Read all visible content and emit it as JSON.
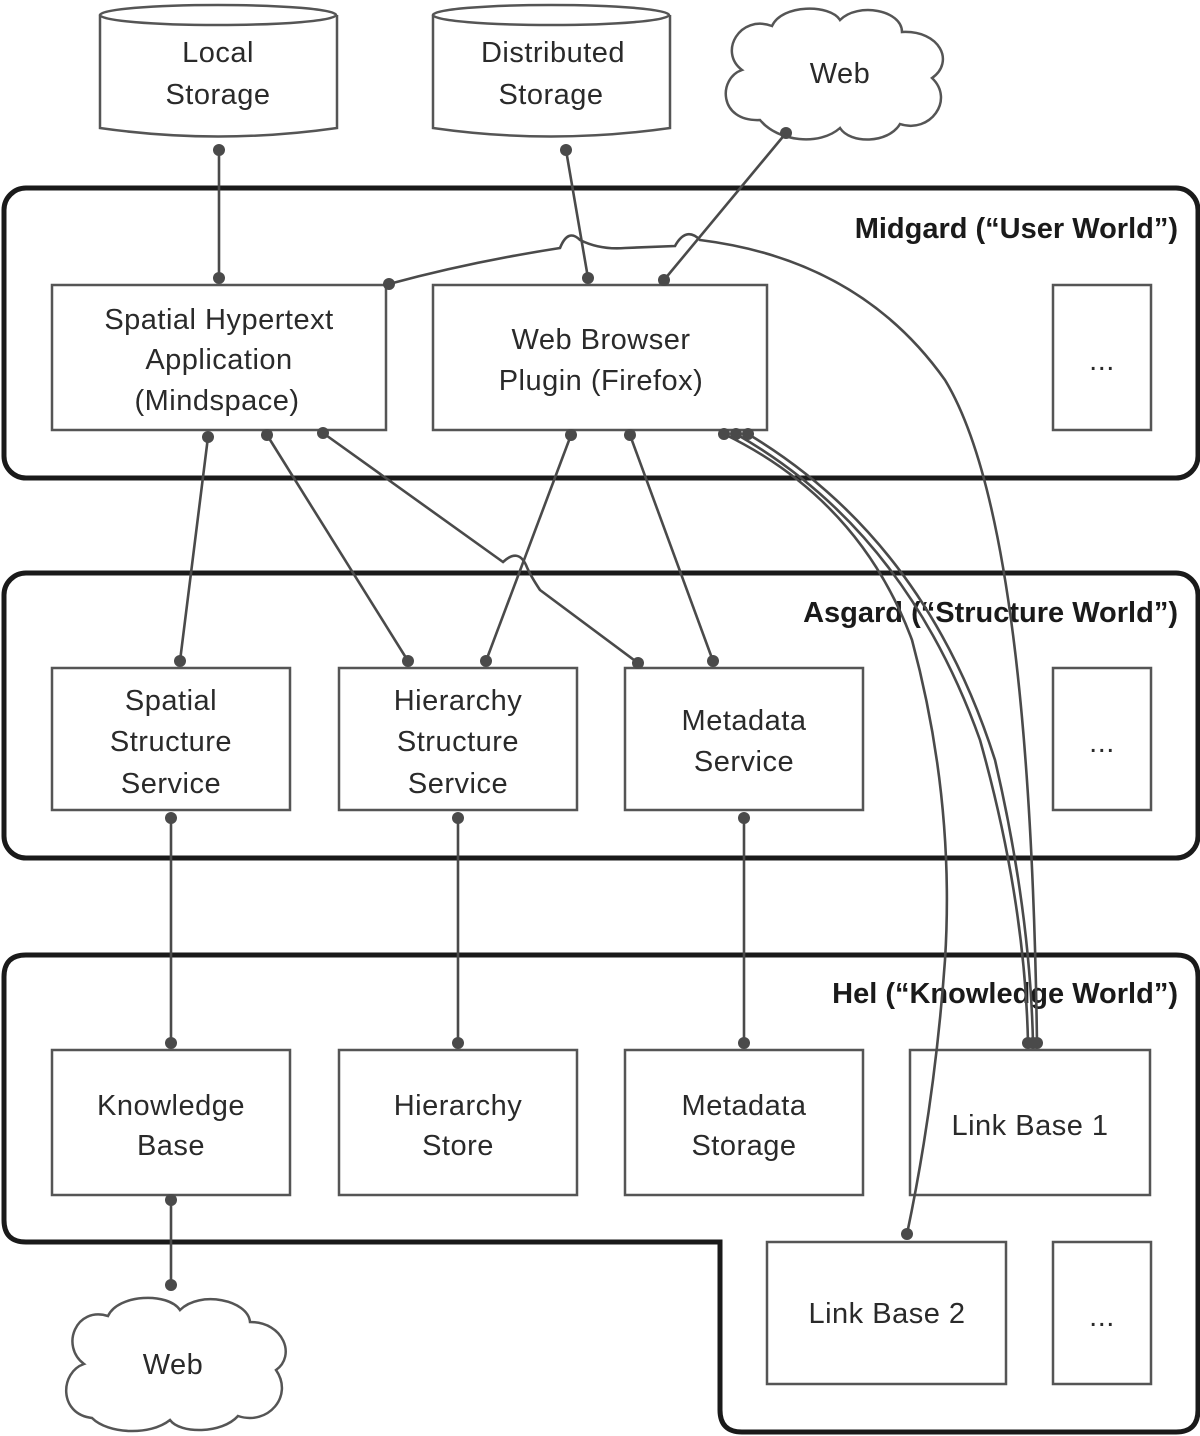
{
  "layers": {
    "midgard": {
      "title": "Midgard (“User World”)"
    },
    "asgard": {
      "title": "Asgard (“Structure World”)"
    },
    "hel": {
      "title": "Hel (“Knowledge World”)"
    }
  },
  "external": {
    "local_storage": {
      "lines": [
        "Local",
        "Storage"
      ]
    },
    "distributed_storage": {
      "lines": [
        "Distributed",
        "Storage"
      ]
    },
    "web_top": {
      "label": "Web"
    },
    "web_bottom": {
      "label": "Web"
    }
  },
  "midgard_nodes": {
    "spatial_hypertext_app": {
      "lines": [
        "Spatial Hypertext",
        "Application",
        "(Mindspace)"
      ]
    },
    "web_browser_plugin": {
      "lines": [
        "Web Browser",
        "Plugin (Firefox)"
      ]
    },
    "more": {
      "label": "..."
    }
  },
  "asgard_nodes": {
    "spatial_structure_service": {
      "lines": [
        "Spatial",
        "Structure",
        "Service"
      ]
    },
    "hierarchy_structure_service": {
      "lines": [
        "Hierarchy",
        "Structure",
        "Service"
      ]
    },
    "metadata_service": {
      "lines": [
        "Metadata",
        "Service"
      ]
    },
    "more": {
      "label": "..."
    }
  },
  "hel_nodes": {
    "knowledge_base": {
      "lines": [
        "Knowledge",
        "Base"
      ]
    },
    "hierarchy_store": {
      "lines": [
        "Hierarchy",
        "Store"
      ]
    },
    "metadata_storage": {
      "lines": [
        "Metadata",
        "Storage"
      ]
    },
    "link_base_1": {
      "label": "Link Base 1"
    },
    "link_base_2": {
      "label": "Link Base 2"
    },
    "more": {
      "label": "..."
    }
  }
}
